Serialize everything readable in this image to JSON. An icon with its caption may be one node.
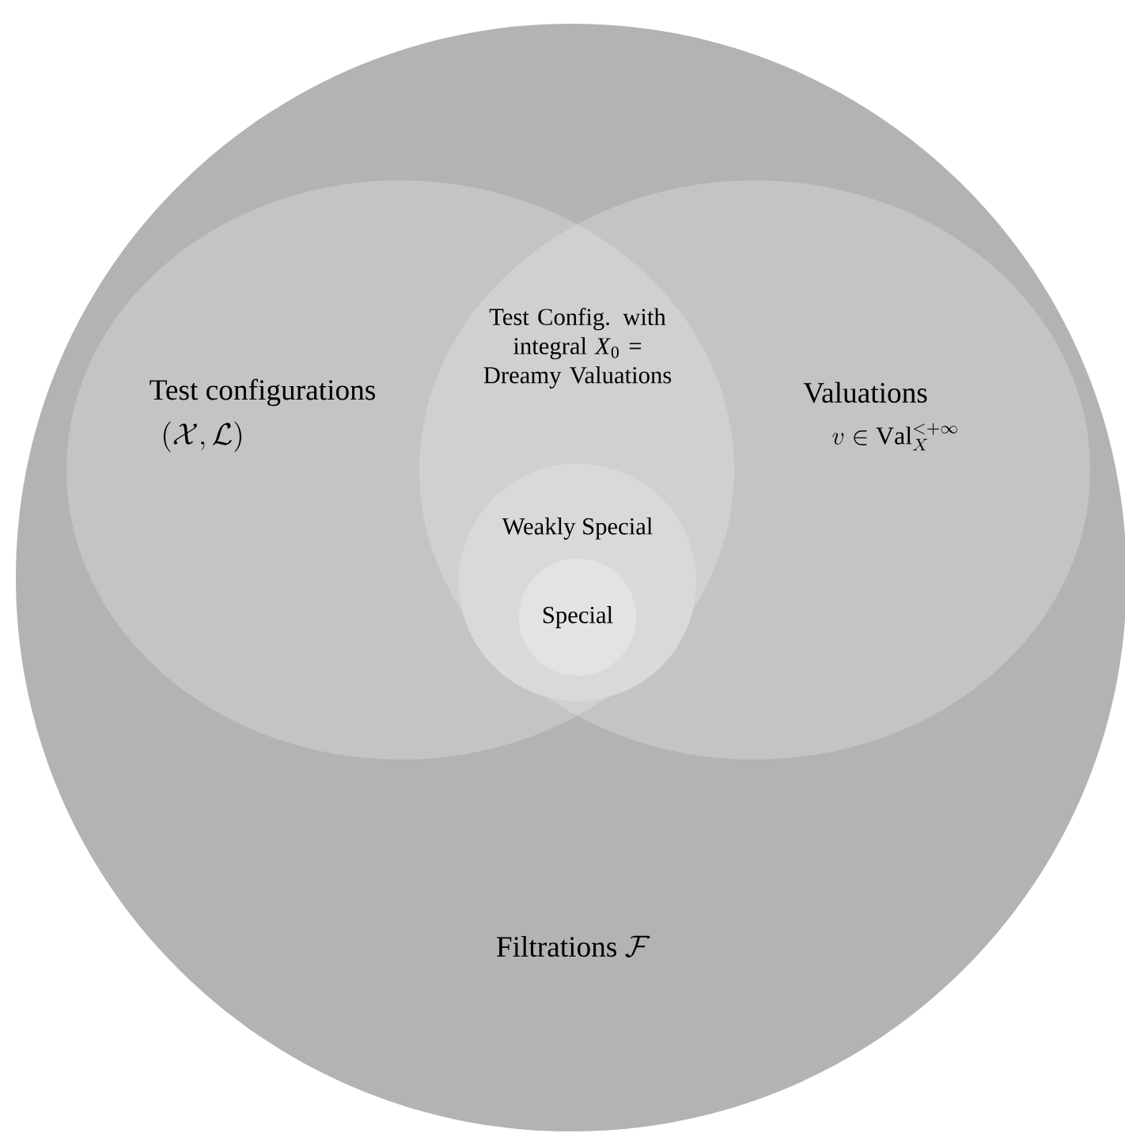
{
  "diagram": {
    "nodes": [
      {
        "text": [
          "Filtrations",
          "\\mathcal{F}"
        ]
      },
      {
        "text": [
          "Test configurations",
          "(\\mathcal{X},\\mathcal{L})"
        ],
        "in": 0
      },
      {
        "text": [
          "Valuations",
          "v\\in \\mathrm{Val}_X^{<+\\infty}"
        ],
        "in": 0
      },
      {
        "text": [
          "Test Config. with integral *X*$_{0}$ = Dreamy Valuations"
        ]
      },
      {
        "text": [
          "Weakly Special"
        ]
      },
      {
        "text": [
          "Special"
        ],
        "in": 4
      }
    ]
  }
}
